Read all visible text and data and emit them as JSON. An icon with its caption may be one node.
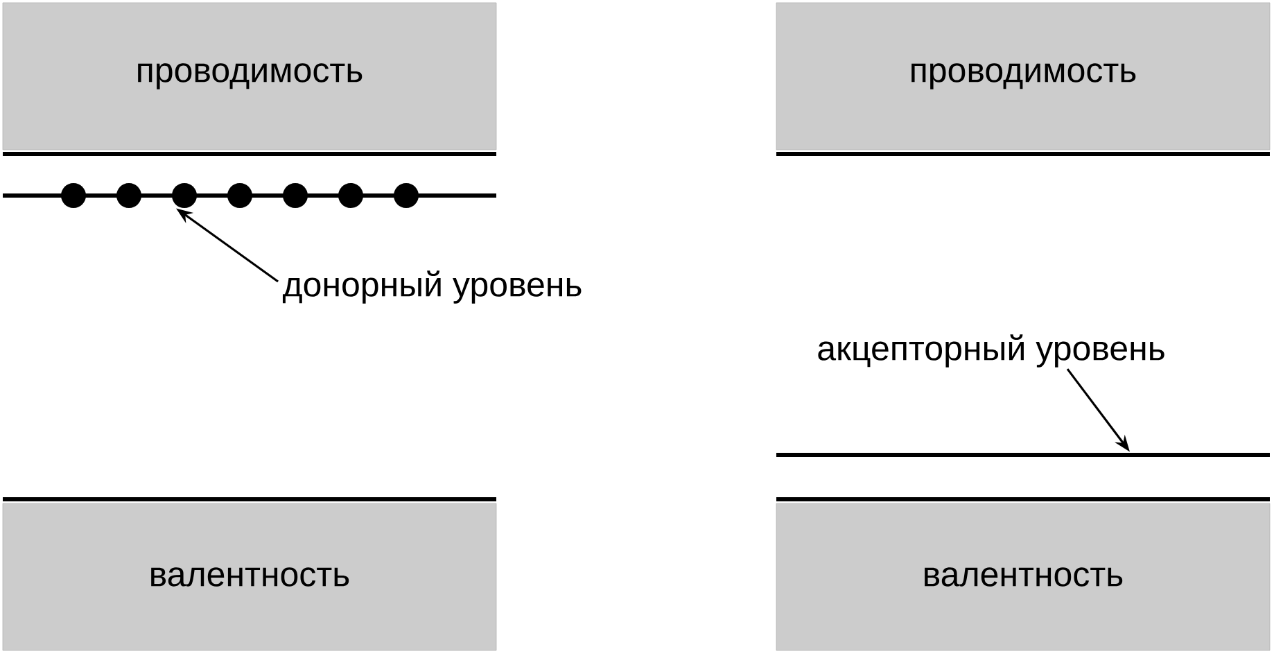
{
  "diagram": {
    "nodes": [
      {
        "text": [
          "проводимость"
        ]
      },
      {
        "text": [
          "валентность"
        ]
      },
      {
        "text": [
          "проводимость"
        ]
      },
      {
        "text": [
          "валентность"
        ]
      },
      {
        "text": [
          "донорный уровень"
        ]
      },
      {
        "text": [],
        "shape": "line"
      },
      {
        "text": [
          "акцепторный уровень"
        ]
      },
      {
        "text": [],
        "shape": "line"
      }
    ],
    "edges": [
      {
        "from": 4,
        "to": 5,
        "arrow": "to"
      },
      {
        "from": 6,
        "to": 7,
        "arrow": "to"
      }
    ]
  }
}
